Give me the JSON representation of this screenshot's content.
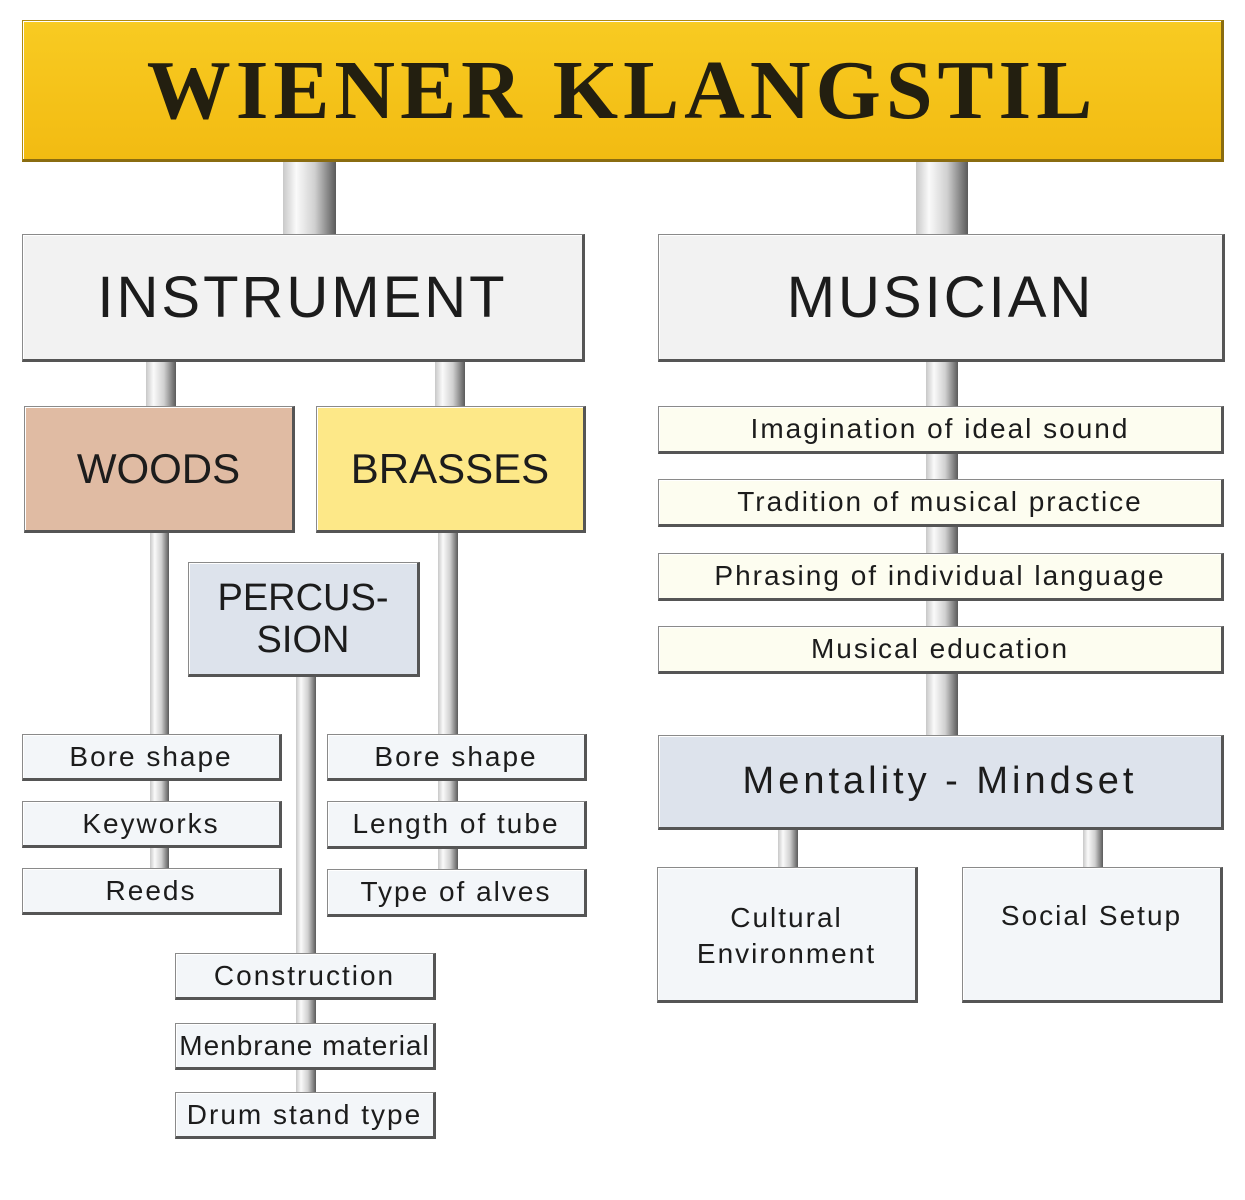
{
  "title": "WIENER KLANGSTIL",
  "instrument": {
    "label": "INSTRUMENT",
    "woods": {
      "label": "WOODS",
      "items": [
        "Bore shape",
        "Keyworks",
        "Reeds"
      ]
    },
    "brasses": {
      "label": "BRASSES",
      "items": [
        "Bore shape",
        "Length of tube",
        "Type of alves"
      ]
    },
    "percussion": {
      "label_line1": "PERCUS-",
      "label_line2": "SION",
      "items": [
        "Construction",
        "Menbrane material",
        "Drum stand type"
      ]
    }
  },
  "musician": {
    "label": "MUSICIAN",
    "items": [
      "Imagination of ideal sound",
      "Tradition of musical practice",
      "Phrasing of individual language",
      "Musical education"
    ],
    "mentality": {
      "label": "Mentality - Mindset",
      "cultural_line1": "Cultural",
      "cultural_line2": "Environment",
      "social": "Social Setup"
    }
  },
  "colors": {
    "title": "#f5c518",
    "woods": "#e0bba3",
    "brasses": "#fde888",
    "percussion": "#dde3ec"
  }
}
